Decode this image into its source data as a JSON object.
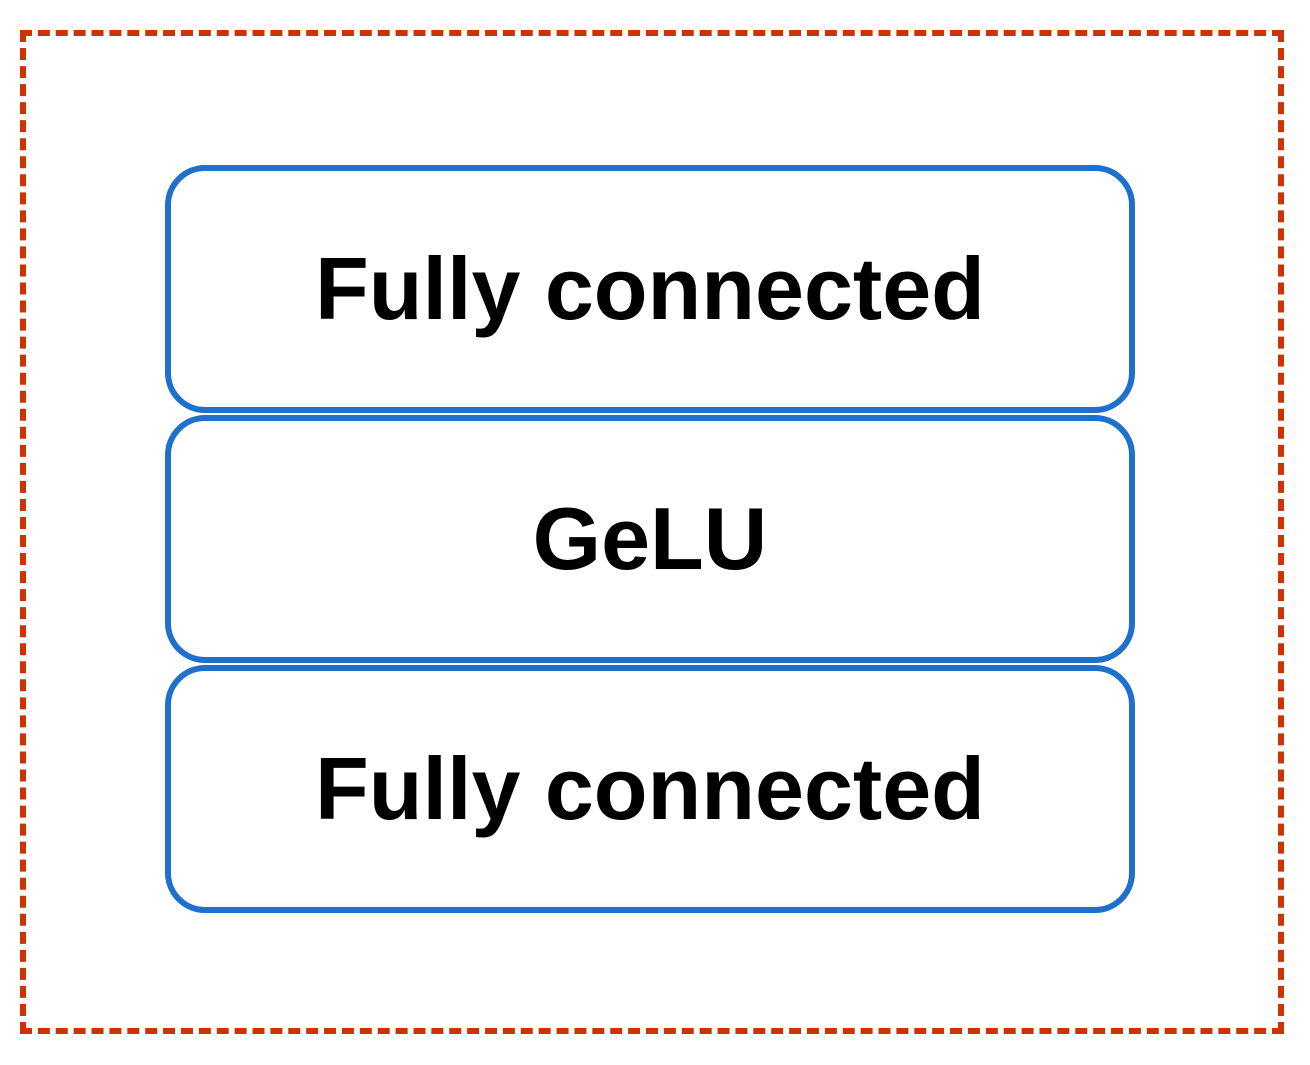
{
  "colors": {
    "frame_border": "#cc3300",
    "box_border": "#1f6fcc",
    "text": "#000000",
    "background": "#ffffff"
  },
  "layers": [
    {
      "label": "Fully connected"
    },
    {
      "label": "GeLU"
    },
    {
      "label": "Fully connected"
    }
  ]
}
